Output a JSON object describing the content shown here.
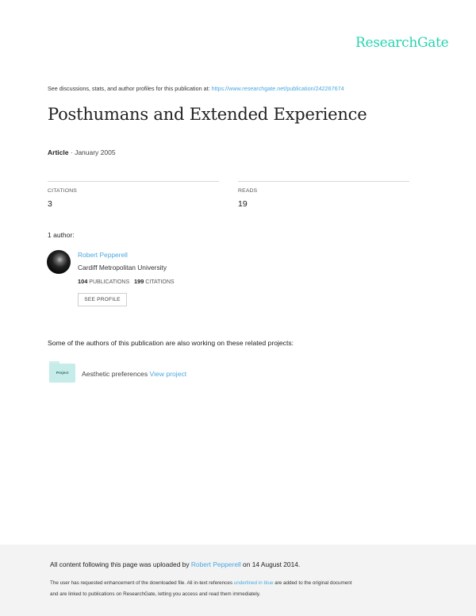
{
  "brand": {
    "logo_text": "ResearchGate",
    "accent_color": "#27d3b2",
    "link_color": "#4aa8e0"
  },
  "header": {
    "see_discussions_text": "See discussions, stats, and author profiles for this publication at:",
    "publication_url": "https://www.researchgate.net/publication/242267674"
  },
  "publication": {
    "title": "Posthumans and Extended Experience",
    "type": "Article",
    "separator": "·",
    "date": "January 2005"
  },
  "stats": {
    "citations": {
      "label": "CITATIONS",
      "value": "3"
    },
    "reads": {
      "label": "READS",
      "value": "19"
    }
  },
  "authors": {
    "count_label": "1 author:",
    "items": [
      {
        "name": "Robert Pepperell",
        "institution": "Cardiff Metropolitan University",
        "publications_count": "104",
        "publications_label": "PUBLICATIONS",
        "citations_count": "199",
        "citations_label": "CITATIONS",
        "see_profile_label": "SEE PROFILE"
      }
    ]
  },
  "related_projects": {
    "heading": "Some of the authors of this publication are also working on these related projects:",
    "items": [
      {
        "icon_label": "Project",
        "name": "Aesthetic preferences",
        "link_label": "View project"
      }
    ]
  },
  "footer": {
    "upload_prefix": "All content following this page was uploaded by",
    "uploader": "Robert Pepperell",
    "upload_suffix": "on 14 August 2014.",
    "note_line1_prefix": "The user has requested enhancement of the downloaded file. All in-text references",
    "note_line1_link": "underlined in blue",
    "note_line1_suffix": "are added to the original document",
    "note_line2": "and are linked to publications on ResearchGate, letting you access and read them immediately."
  }
}
